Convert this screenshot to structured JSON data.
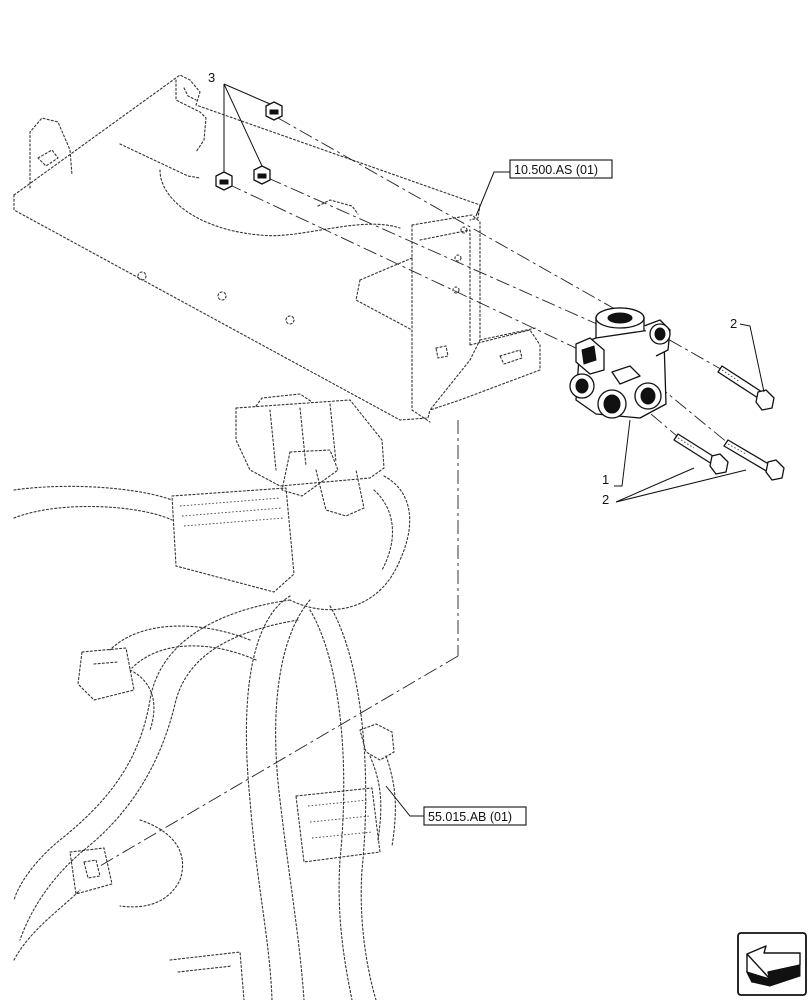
{
  "callouts": {
    "nuts_label": "3",
    "long_bolt_label": "2",
    "valve_label": "1",
    "short_bolts_label": "2"
  },
  "references": {
    "bracket_ref": "10.500.AS (01)",
    "harness_ref": "55.015.AB (01)"
  },
  "icons": {
    "nav_arrow": "arrow-icon"
  }
}
